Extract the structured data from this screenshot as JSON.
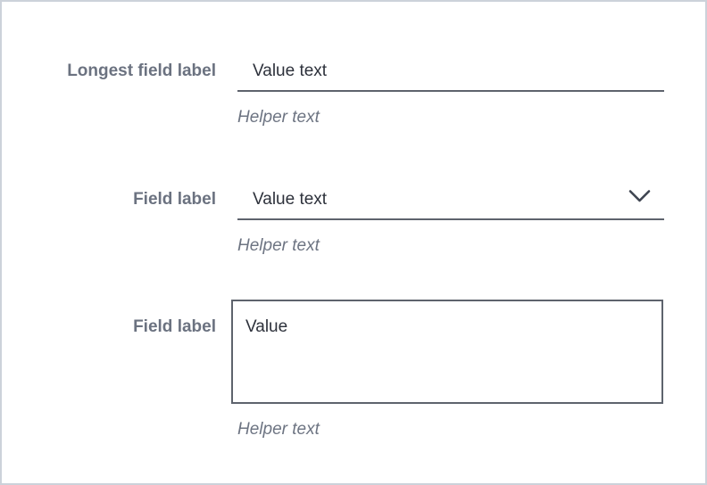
{
  "panel": {
    "name": "form-field-template",
    "colors": {
      "panel_border": "#ccd2da",
      "field_rule": "#5e636d",
      "label_text": "#6b7280",
      "value_text": "#2d313b",
      "helper_text": "#6d7482",
      "chevron": "#3e4450",
      "background": "#ffffff"
    },
    "fields": [
      {
        "type": "text-input",
        "label": "Longest field label",
        "value": "Value text",
        "helper": "Helper text"
      },
      {
        "type": "select",
        "label": "Field label",
        "value": "Value text",
        "helper": "Helper text",
        "icon": "chevron-down-icon"
      },
      {
        "type": "textarea",
        "label": "Field label",
        "value": "Value",
        "helper": "Helper text"
      }
    ]
  }
}
